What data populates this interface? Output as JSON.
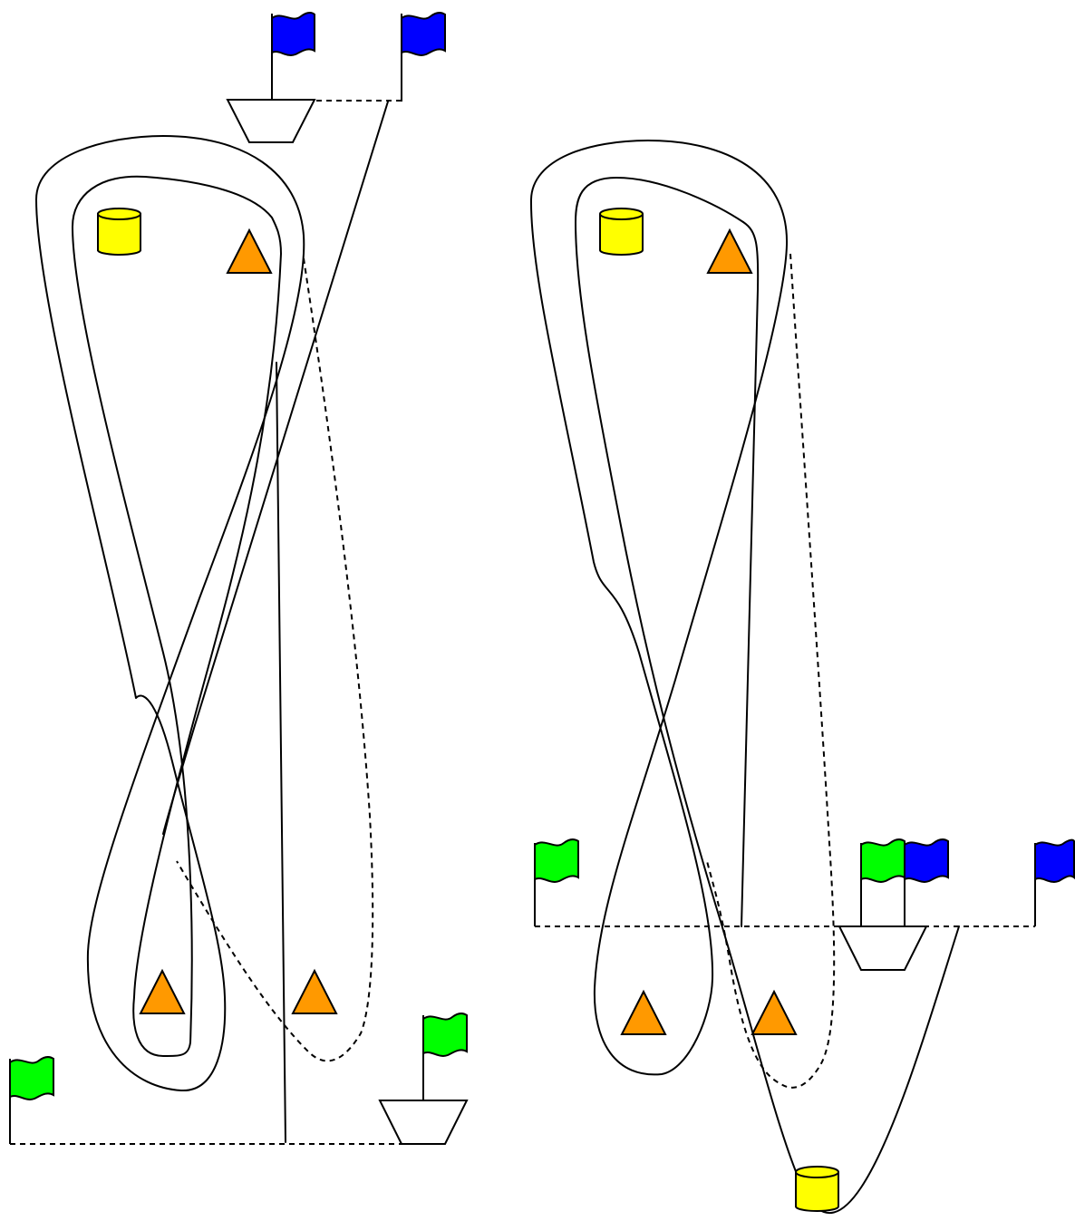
{
  "colors": {
    "flag_blue": "#0000ff",
    "flag_green": "#00ff00",
    "cone": "#ff9900",
    "can": "#ffff00",
    "line": "#000000",
    "background": "#ffffff"
  },
  "diagrams": [
    {
      "id": "left",
      "start_gate": {
        "flags": [
          "blue",
          "blue"
        ],
        "has_boat": true
      },
      "finish_gate": {
        "flags": [
          "green",
          "green"
        ],
        "has_boat": true
      },
      "marks": {
        "cones": 3,
        "cans": 1
      }
    },
    {
      "id": "right",
      "gate_line_flags": [
        "green",
        "green",
        "blue",
        "blue"
      ],
      "has_boat": true,
      "marks": {
        "cones": 3,
        "cans": 2
      }
    }
  ],
  "icons": [
    "flag-icon",
    "cone-icon",
    "can-icon",
    "boat-icon"
  ]
}
